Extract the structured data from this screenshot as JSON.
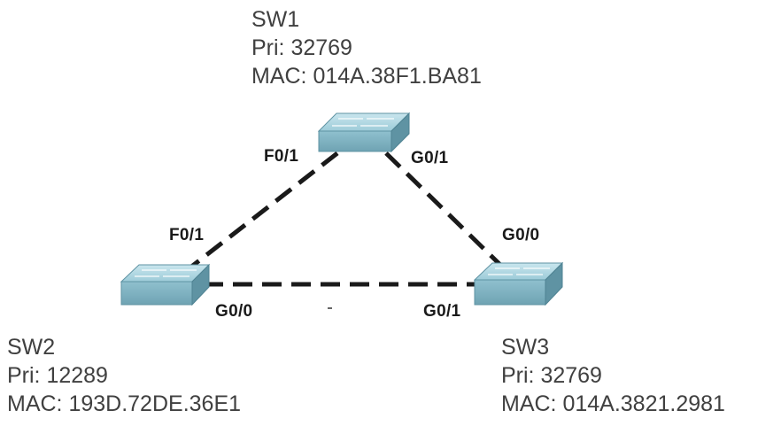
{
  "switches": {
    "sw1": {
      "name": "SW1",
      "priority": "Pri: 32769",
      "mac": "MAC: 014A.38F1.BA81"
    },
    "sw2": {
      "name": "SW2",
      "priority": "Pri: 12289",
      "mac": "MAC: 193D.72DE.36E1"
    },
    "sw3": {
      "name": "SW3",
      "priority": "Pri: 32769",
      "mac": "MAC: 014A.3821.2981"
    }
  },
  "ports": {
    "sw1_left": "F0/1",
    "sw1_right": "G0/1",
    "sw2_top": "F0/1",
    "sw2_right": "G0/0",
    "sw3_top": "G0/0",
    "sw3_left": "G0/1"
  },
  "colors": {
    "switch_top": "#a9d3de",
    "switch_front": "#7fb1c0",
    "switch_side": "#5f93a3",
    "link": "#1a1a1a"
  }
}
